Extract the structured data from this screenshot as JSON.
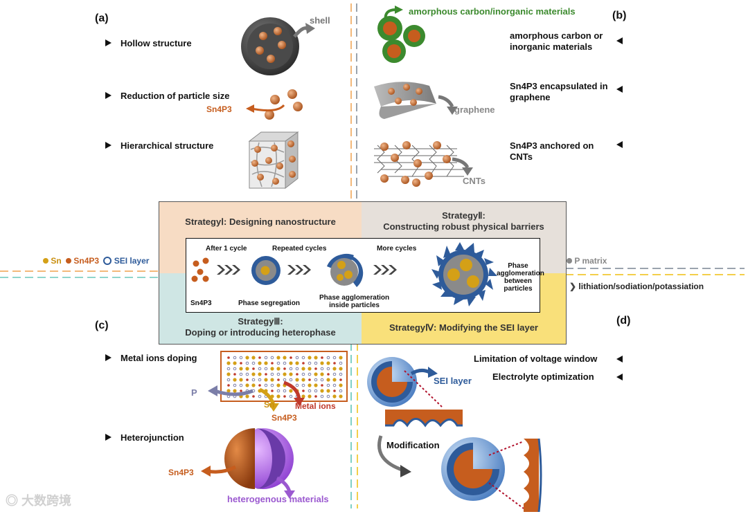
{
  "panel_a": {
    "letter": "(a)",
    "items": [
      "Hollow structure",
      "Reduction of particle size",
      "Hierarchical structure"
    ],
    "shell_label": "shell",
    "sn4p3_label": "Sn4P3"
  },
  "panel_b": {
    "letter": "(b)",
    "top_label": "amorphous carbon/inorganic materials",
    "items": [
      [
        "amorphous carbon or",
        "inorganic materials"
      ],
      [
        "Sn4P3 encapsulated in",
        "graphene"
      ],
      [
        "Sn4P3 anchored on",
        "CNTs"
      ]
    ],
    "graphene_label": "graphene",
    "cnts_label": "CNTs"
  },
  "center": {
    "strategy1": "StrategyⅠ: Designing nanostructure",
    "strategy2": [
      "StrategyⅡ:",
      "Constructing robust physical barriers"
    ],
    "strategy3": [
      "StrategyⅢ:",
      "Doping or introducing heterophase"
    ],
    "strategy4": "StrategyⅣ: Modifying the SEI layer",
    "stages": {
      "after1": "After 1 cycle",
      "repeated": "Repeated cycles",
      "more": "More cycles",
      "sn4p3": "Sn4P3",
      "segregation": "Phase segregation",
      "inside": [
        "Phase agglomeration",
        "inside particles"
      ],
      "between": [
        "Phase",
        "agglomeration",
        "between",
        "particles"
      ]
    }
  },
  "legend_left": {
    "sn": "Sn",
    "sn4p3": "Sn4P3",
    "sei": "SEI layer"
  },
  "legend_right": {
    "p_matrix": "P matrix",
    "process": "lithiation/sodiation/potassiation"
  },
  "panel_c": {
    "letter": "(c)",
    "items": [
      "Metal ions doping",
      "Heterojunction"
    ],
    "p_label": "P",
    "sn_label": "Sn",
    "metal_label": "Metal ions",
    "sn4p3_label": "Sn4P3",
    "sn4p3_label2": "Sn4P3",
    "hetero_label": "heterogenous materials"
  },
  "panel_d": {
    "letter": "(d)",
    "items": [
      "Limitation of voltage window",
      "Electrolyte optimization"
    ],
    "sei_label": "SEI layer",
    "modification": "Modification"
  },
  "watermark": "大数跨境",
  "colors": {
    "sn": "#d4a017",
    "sn4p3": "#c65d1e",
    "sei": "#2e5b9a",
    "orange_bg": "#f7dcc4",
    "grey_bg": "#e6e0da",
    "teal_bg": "#cfe6e4",
    "yellow_bg": "#f9e07a",
    "green": "#3c8a2e",
    "purple": "#9b59d0",
    "grey_text": "#888888"
  }
}
